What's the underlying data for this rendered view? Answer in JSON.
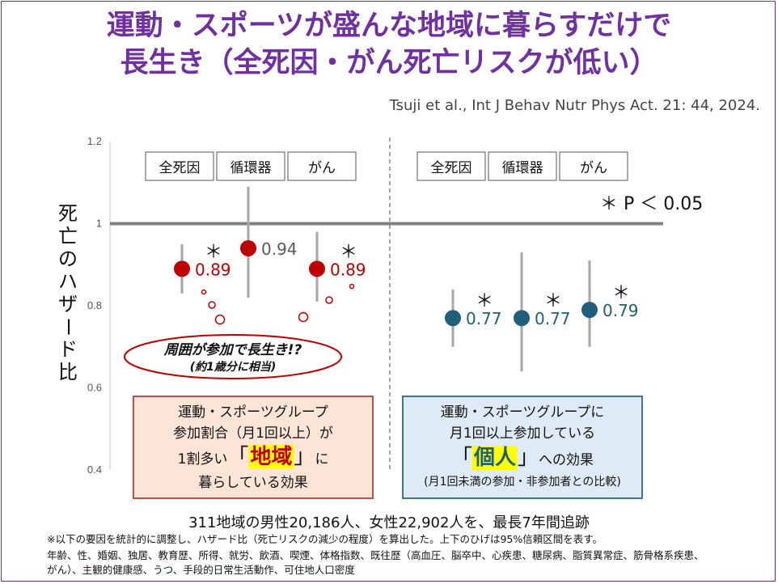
{
  "title_line1": "運動・スポーツが盛んな地域に暮らすだけで",
  "title_line2": "長生き（全死因・がん死亡リスクが低い）",
  "citation": "Tsuji et al., Int J Behav Nutr Phys Act. 21: 44, 2024.",
  "p_label": "＊ P ＜ 0.05",
  "ylabel": "死亡のハザード比",
  "thought_line1": "周囲が参加で長生き!?",
  "thought_line2": "(約1歳分に相当)",
  "box_left": {
    "line1": "運動・スポーツグループ",
    "line2": "参加割合（月1回以上）が",
    "line3_pre": "1割多い",
    "open": "「",
    "highlight": "地域",
    "close": "」",
    "line3_post": "に",
    "line4": "暮らしている効果"
  },
  "box_right": {
    "line1": "運動・スポーツグループに",
    "line2": "月1回以上参加している",
    "open": "「",
    "highlight": "個人",
    "close": "」",
    "line3_post": "への効果",
    "line4": "(月1回未満の参加・非参加者との比較)"
  },
  "footer_main": "311地域の男性20,186人、女性22,902人を、最長7年間追跡",
  "footer_note1": "※以下の要因を統計的に調整し、ハザード比（死亡リスクの減少の程度）を算出した。上下のひげは95%信頼区間を表す。",
  "footer_note2": "年齢、性、婚姻、独居、教育歴、所得、就労、飲酒、喫煙、体格指数、既往歴（高血圧、脳卒中、心疾患、糖尿病、脂質異常症、筋骨格系疾患、",
  "footer_note3": "がん）、主観的健康感、うつ、手段的日常生活動作、可住地人口密度",
  "colors": {
    "title": "#7030a0",
    "red": "#c00000",
    "blue": "#1f5f7a",
    "ref": "#808080",
    "left_box_fill": "#fce4d6",
    "left_box_border": "#c0504d",
    "right_box_fill": "#deebf7",
    "right_box_border": "#41719c"
  },
  "chart_data": {
    "type": "scatter",
    "ylabel": "死亡のハザード比",
    "ylim": [
      0.4,
      1.2
    ],
    "yticks": [
      "0.4",
      "0.6",
      "0.8",
      "1",
      "1.2"
    ],
    "reference_line": 1,
    "groups": [
      {
        "categories": [
          "全死因",
          "循環器",
          "がん"
        ],
        "points": [
          {
            "value": 0.89,
            "label": "0.89",
            "ci_low": 0.83,
            "ci_high": 0.95,
            "significant": true,
            "color": "red"
          },
          {
            "value": 0.94,
            "label": "0.94",
            "ci_low": 0.82,
            "ci_high": 1.09,
            "significant": false,
            "color": "gray"
          },
          {
            "value": 0.89,
            "label": "0.89",
            "ci_low": 0.81,
            "ci_high": 0.98,
            "significant": true,
            "color": "red"
          }
        ]
      },
      {
        "categories": [
          "全死因",
          "循環器",
          "がん"
        ],
        "points": [
          {
            "value": 0.77,
            "label": "0.77",
            "ci_low": 0.7,
            "ci_high": 0.84,
            "significant": true,
            "color": "blue"
          },
          {
            "value": 0.77,
            "label": "0.77",
            "ci_low": 0.64,
            "ci_high": 0.93,
            "significant": true,
            "color": "blue"
          },
          {
            "value": 0.79,
            "label": "0.79",
            "ci_low": 0.7,
            "ci_high": 0.91,
            "significant": true,
            "color": "blue"
          }
        ]
      }
    ]
  }
}
